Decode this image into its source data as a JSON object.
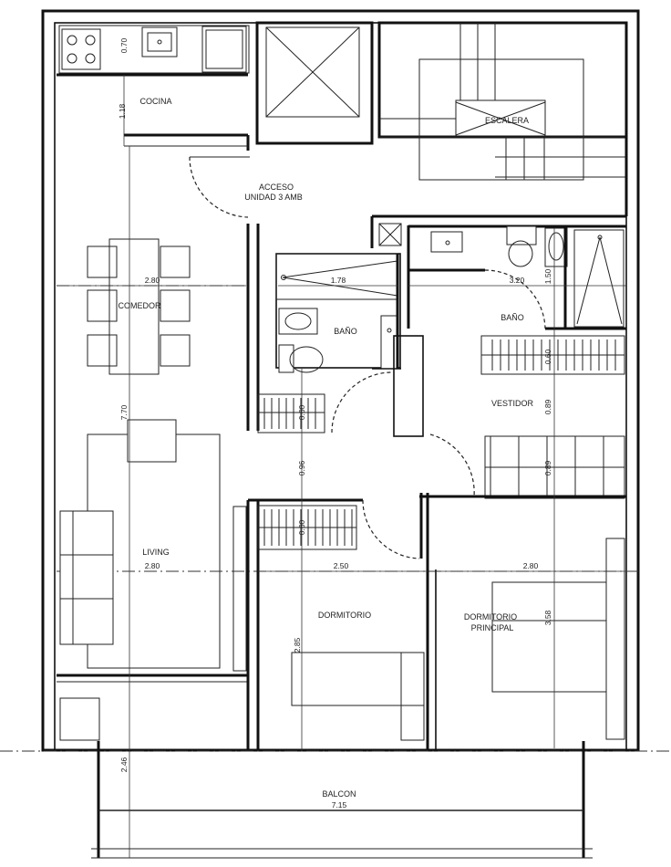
{
  "rooms": {
    "cocina": "COCINA",
    "acceso_line1": "ACCESO",
    "acceso_line2": "UNIDAD 3 AMB",
    "escalera": "ESCALERA",
    "comedor": "COMEDOR",
    "bano1": "BAÑO",
    "bano2": "BAÑO",
    "vestidor": "VESTIDOR",
    "living": "LIVING",
    "dormitorio": "DORMITORIO",
    "dormitorio_principal_1": "DORMITORIO",
    "dormitorio_principal_2": "PRINCIPAL",
    "balcon": "BALCON"
  },
  "dimensions": {
    "d_070": "0.70",
    "d_118": "1.18",
    "d_280_comedor": "2.80",
    "d_178": "1.78",
    "d_320": "3.20",
    "d_150": "1.50",
    "d_060_a": "0.60",
    "d_089_a": "0.89",
    "d_089_b": "0.89",
    "d_060_bano": "0.60",
    "d_096": "0.96",
    "d_770": "7.70",
    "d_060_dorm": "0.60",
    "d_280_living": "2.80",
    "d_250": "2.50",
    "d_280_dorm": "2.80",
    "d_358": "3.58",
    "d_285": "2.85",
    "d_246": "2.46",
    "d_715": "7.15"
  }
}
